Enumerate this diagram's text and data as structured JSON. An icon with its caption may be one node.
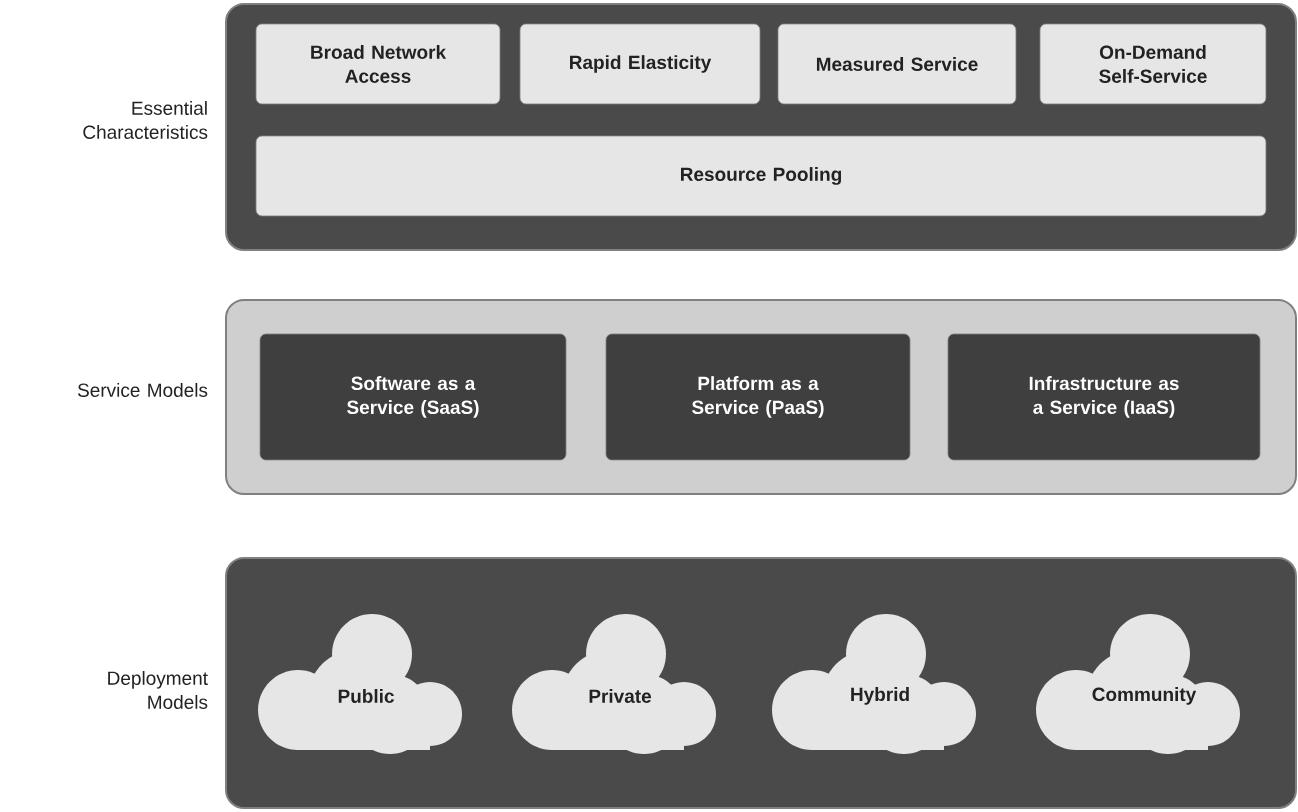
{
  "diagram": {
    "nodes": [
      {
        "text": [
          "Essential Characteristics"
        ]
      },
      {
        "text": [
          "Broad Network Access"
        ],
        "in": 0
      },
      {
        "text": [
          "Rapid Elasticity"
        ],
        "in": 0
      },
      {
        "text": [
          "Measured Service"
        ],
        "in": 0
      },
      {
        "text": [
          "On-Demand Self-Service"
        ],
        "in": 0
      },
      {
        "text": [
          "Resource Pooling"
        ],
        "in": 0
      },
      {
        "text": [
          "Service Models"
        ]
      },
      {
        "text": [
          "Software as a Service (SaaS)"
        ],
        "in": 6
      },
      {
        "text": [
          "Platform as a Service (PaaS)"
        ],
        "in": 6
      },
      {
        "text": [
          "Infrastructure as a Service (IaaS)"
        ],
        "in": 6
      },
      {
        "text": [
          "Deployment Models"
        ]
      },
      {
        "text": [
          "Public"
        ],
        "in": 10
      },
      {
        "text": [
          "Private"
        ],
        "in": 10
      },
      {
        "text": [
          "Hybrid"
        ],
        "in": 10
      },
      {
        "text": [
          "Community"
        ],
        "in": 10
      }
    ],
    "edges": []
  }
}
